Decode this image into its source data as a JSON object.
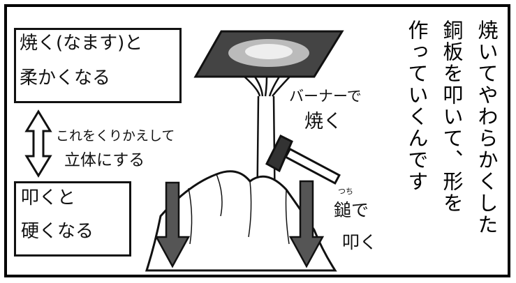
{
  "panel": {
    "box_top": {
      "line1": "焼く(なます)と",
      "line2": "柔かくなる"
    },
    "cycle_label": {
      "line1": "これをくりかえして",
      "line2": "立体にする"
    },
    "box_bottom": {
      "line1": "叩くと",
      "line2": "硬くなる"
    },
    "burner_label": {
      "line1": "バーナーで",
      "line2": "焼く"
    },
    "hammer_label": {
      "furigana": "つち",
      "line1": "鎚で",
      "line2": "叩く"
    },
    "narration": [
      "焼いてやわらかくした",
      "銅板を叩いて、形を",
      "作っていくんです"
    ]
  }
}
